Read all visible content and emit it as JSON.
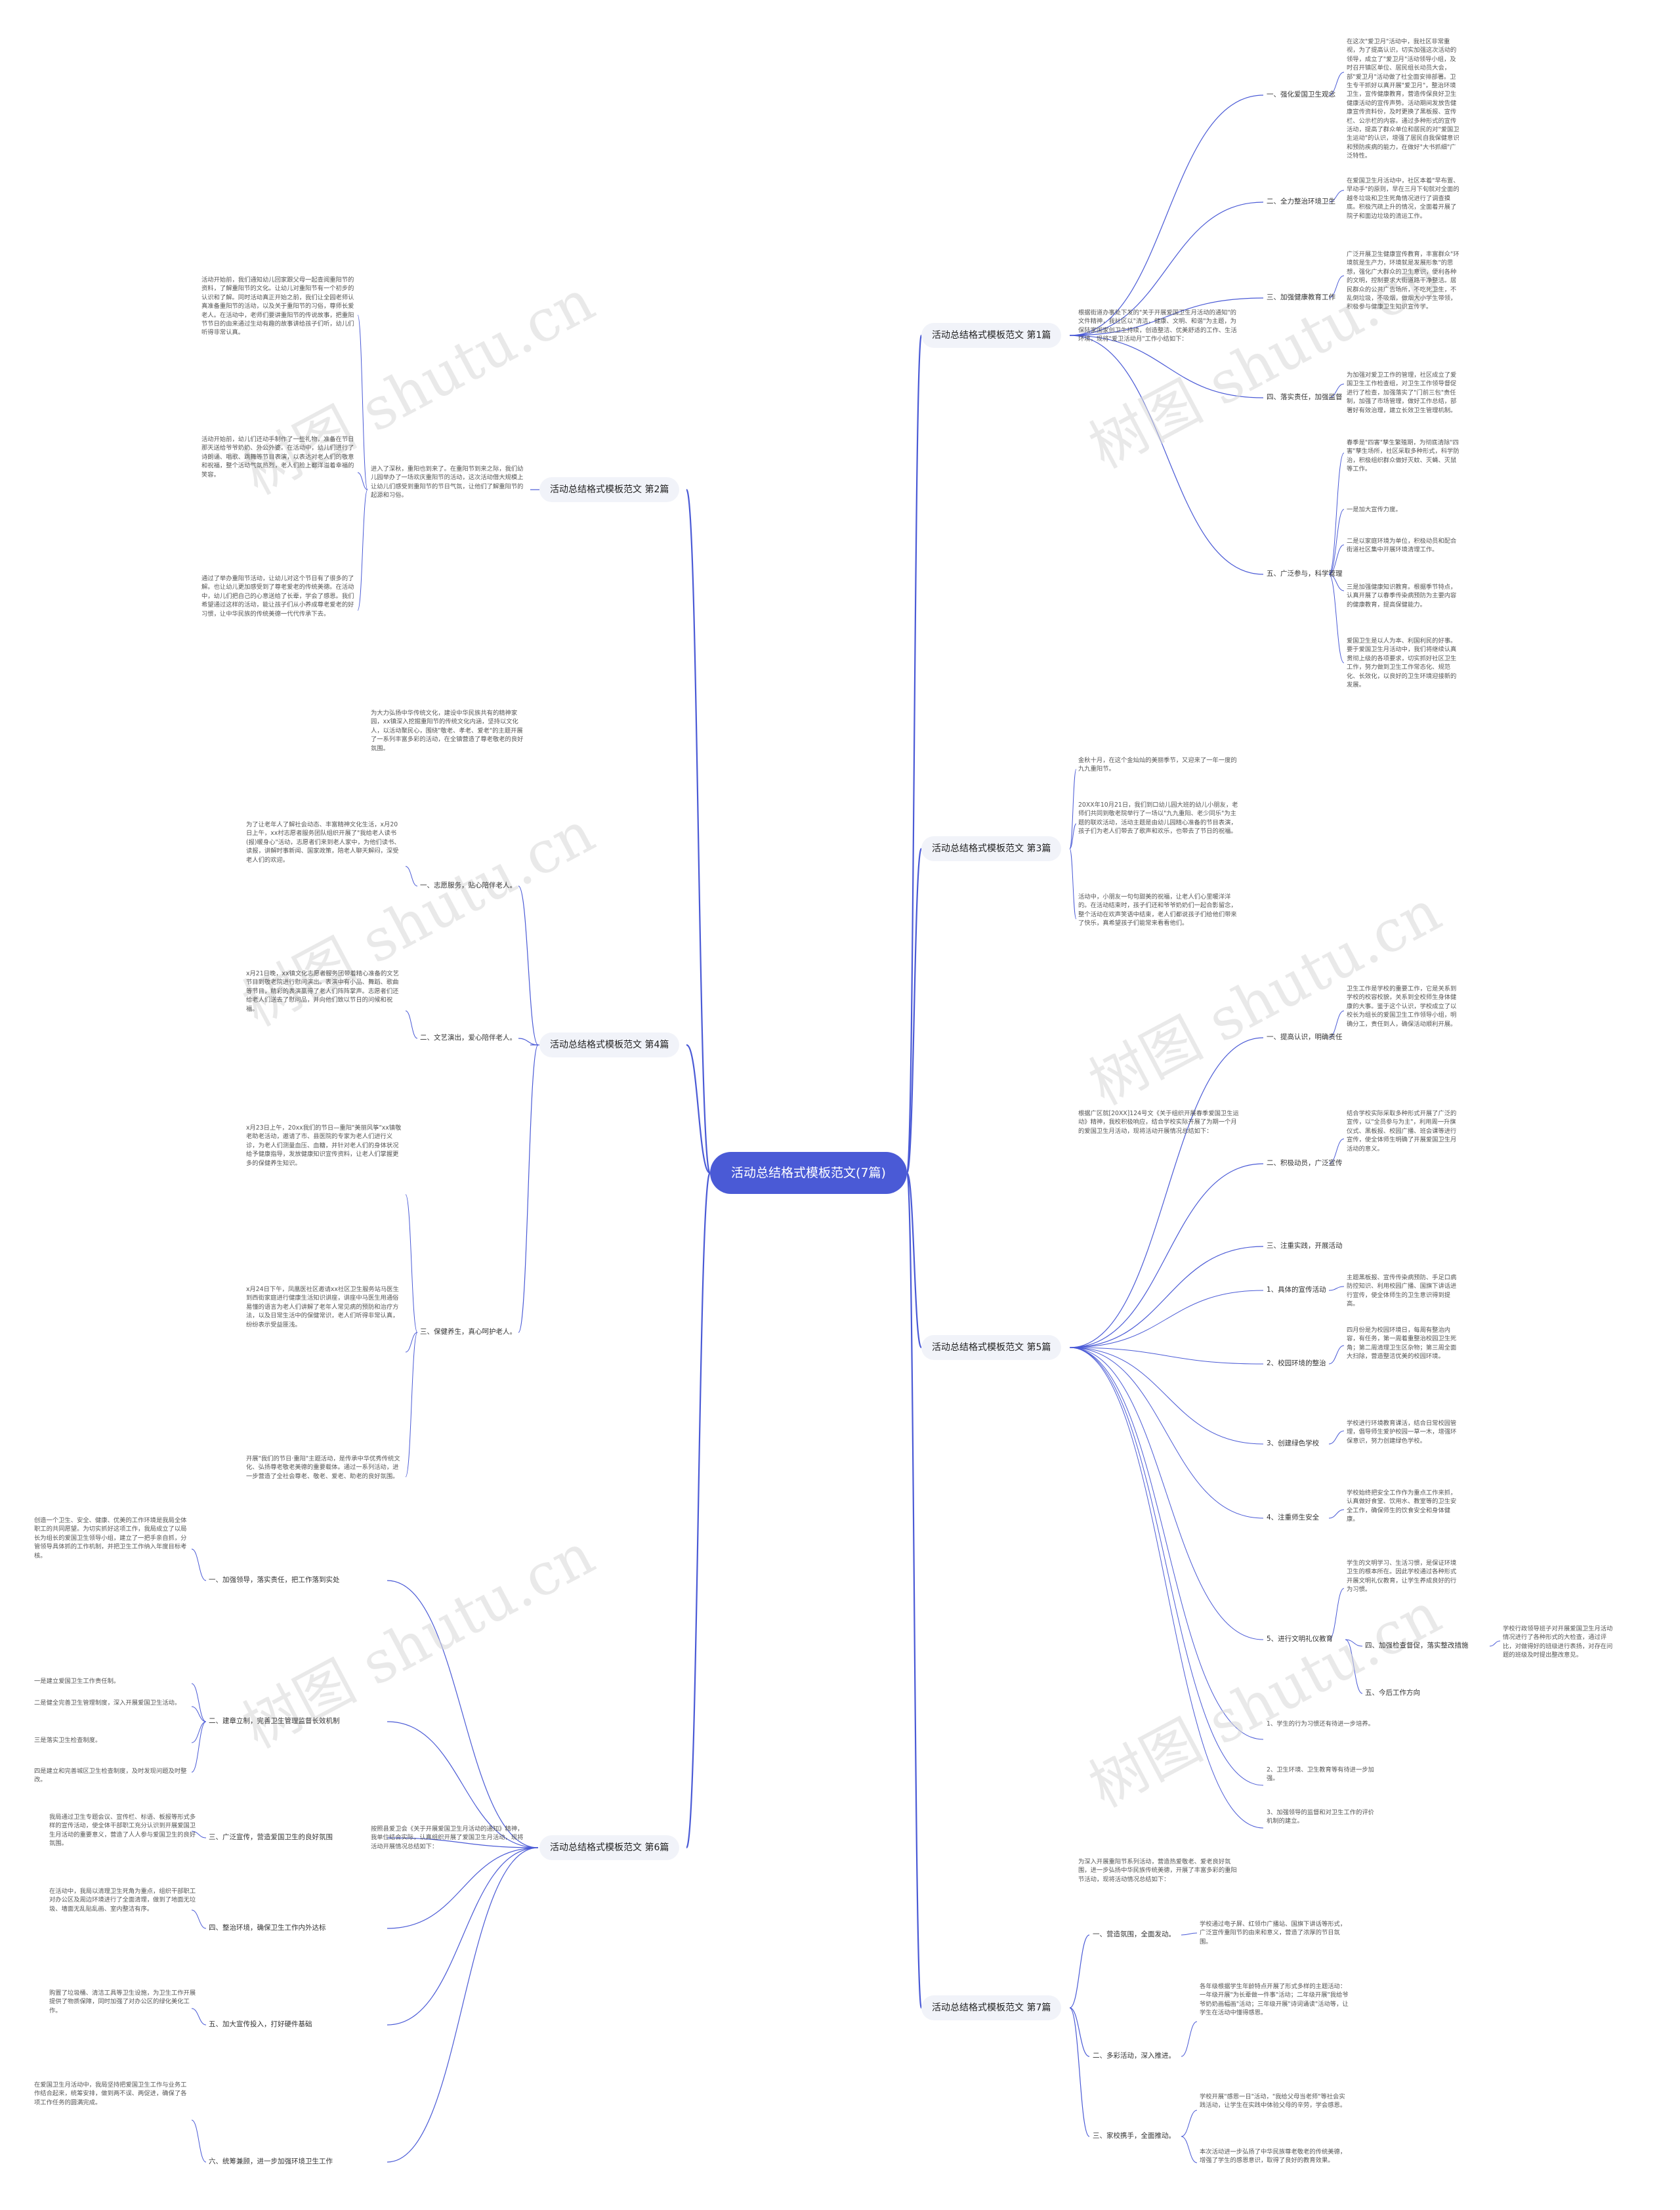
{
  "root": {
    "title": "活动总结格式模板范文(7篇)"
  },
  "watermark": "树图 shutu.cn",
  "colors": {
    "root": "#4a5ad6",
    "line": "#4a5ad6",
    "branch_bg": "#f1f3f9"
  },
  "branches": [
    {
      "label": "活动总结格式模板范文 第1篇",
      "intro": "根据街道办事处下发的\"关于开展爱国卫生月活动的通知\"的文件精神，我社区以\"清洁，健康、文明、和谐\"为主题，为保陆家国家创卫生持续，创造整洁、优美舒适的工作、生活环境，现将\"爱卫活动月\"工作小结如下：",
      "items": [
        {
          "label": "一、强化爱国卫生观念",
          "text": "在这次\"爱卫月\"活动中，我社区非常重视，为了提高认识，切实加强这次活动的领导，成立了\"爱卫月\"活动领导小组，及时召开镇区单位、居民组长动员大会，部\"爱卫月\"活动做了社全面安排部署。卫生专干抓好以真开展\"爱卫月\"，整治环境卫生，宣传健康教育，营造传保良好卫生健康活动的宣传声势。活动期间发放告健康宣传资料份，及时更换了黑板报、宣传栏、公示栏的内容。通过多种形式的宣传活动，提高了群众单位和居民的对\"爱国卫生运动\"的认识，增强了居民自我保健意识和预防疾病的能力，在做好\"大书抓细\"广泛特性。"
        },
        {
          "label": "二、全力整治环境卫生",
          "text": "在爱国卫生月活动中，社区本着\"早布置、早动手\"的原则，早在三月下旬就对全面的越冬垃圾和卫生死角情况进行了调查摸底。积极汽疏上升的情况，全面着开展了院子和面边垃圾的清运工作。"
        },
        {
          "label": "三、加强健康教育工作",
          "text": "广泛开展卫生健康宣传教育，丰富群众\"环境就是生产力，环境就是发展形象\"的思想，强化广大群众的卫生意识，便利各种的文明，控制要求大街道路干净整洁。居民群众的公共广告场所，不吃死卫生，不乱倒垃圾，不吸烟，做烟大小学生带领，积极参与健康卫生知识宣传学。"
        },
        {
          "label": "四、落实责任，加强监督",
          "text": "为加强对爱卫工作的管理，社区成立了爱国卫生工作检查组，对卫生工作领导督促进行了检查，加强落实了\"门前三包\"责任制，加强了市场管理，做好工作总结，部署好有效治理，建立长效卫生管理机制。"
        },
        {
          "label": "五、广泛参与，科学管理",
          "subs": [
            {
              "text": "春季是\"四害\"孳生繁殖期，为彻底清除\"四害\"孳生场所，社区采取多种形式，科学防治，积极组织群众做好灭蚊、灭蝇、灭鼠等工作。"
            },
            {
              "text": "一是加大宣传力度。"
            },
            {
              "text": "二是以家庭环境为单位，积极动员和配合街道社区集中开展环境清理工作。"
            },
            {
              "text": "三是加强健康知识教育。根据季节特点，认真开展了以春季传染病预防为主要内容的健康教育，提高保健能力。"
            },
            {
              "text": "爱国卫生是以人为本、利国利民的好事。要于爱国卫生月活动中，我们将继续认真贯彻上级的各项要求，切实抓好社区卫生工作，努力做到卫生工作常态化、规范化、长效化，以良好的卫生环境迎接新的发展。"
            }
          ]
        }
      ]
    },
    {
      "label": "活动总结格式模板范文 第2篇",
      "intro": "进入了深秋，重阳也到来了。在重阳节到来之际，我们幼儿园举办了一场欢庆重阳节的活动，这次活动借大规模上让幼儿们感受到重阳节的节日气氛，让他们了解重阳节的起源和习俗。",
      "texts": [
        "活动开始前，我们通知幼儿回家跟父母一起查阅重阳节的资料，了解重阳节的文化。让幼儿对重阳节有一个初步的认识和了解。同时活动真正开始之前，我们让全园老师认真准备重阳节的活动，以及关于重阳节的习俗，尊师长爱老人。在活动中，老师们要讲重阳节的传说故事，把重阳节节日的由来通过生动有趣的故事讲给孩子们听，幼儿们听得非常认真。",
        "活动开始前，幼儿们还动手制作了一些礼物，准备在节日那天送给爷爷奶奶、外公外婆。在活动中，幼儿们进行了诗朗诵、唱歌、跳舞等节目表演，以表达对老人们的敬意和祝福，整个活动气氛热烈，老人们脸上都洋溢着幸福的笑容。",
        "通过了举办重阳节活动，让幼儿对这个节日有了很多的了解。也让幼儿更加感受到了尊老爱老的传统美德。在活动中，幼儿们把自己的心意送给了长辈，学会了感恩。我们希望通过这样的活动，能让孩子们从小养成尊老爱老的好习惯，让中华民族的传统美德一代代传承下去。"
      ]
    },
    {
      "label": "活动总结格式模板范文 第3篇",
      "texts": [
        "金秋十月，在这个金灿灿的美丽季节，又迎来了一年一度的九九重阳节。",
        "20XX年10月21日，我们到口幼儿园大班的幼儿小朋友，老师们共同到敬老院举行了一场以\"九九重阳、老少同乐\"为主题的联欢活动，活动主题是由幼儿园精心准备的节目表演，孩子们为老人们带去了歌声和欢乐，也带去了节日的祝福。",
        "活动中，小朋友一句句甜美的祝福，让老人们心里暖洋洋的。在活动结束时，孩子们还和爷爷奶奶们一起合影留念，整个活动在欢声笑语中结束，老人们都说孩子们给他们带来了快乐，真希望孩子们能常来看看他们。"
      ]
    },
    {
      "label": "活动总结格式模板范文 第4篇",
      "intro": "为大力弘扬中华传统文化，建设中华民族共有的精神家园，xx镇深入挖掘重阳节的传统文化内涵，坚持以文化人，以活动聚民心，围绕\"敬老、孝老、爱老\"的主题开展了一系列丰富多彩的活动，在全镇营造了尊老敬老的良好氛围。",
      "items": [
        {
          "label": "一、志愿服务，贴心陪伴老人。",
          "text": "为了让老年人了解社会动态、丰富精神文化生活，x月20日上午，xx村志愿者服务团队组织开展了\"我给老人读书(报)暖身心\"活动，志愿者们来到老人家中，为他们读书、读报，讲解时事新闻、国家政策，陪老人聊天解闷，深受老人们的欢迎。"
        },
        {
          "label": "二、文艺演出，爱心陪伴老人。",
          "text": "x月21日晚，xx镇文化志愿者服务团带着精心准备的文艺节目到敬老院进行慰问演出。表演中有小品、舞蹈、歌曲等节目，精彩的表演赢得了老人们阵阵掌声。志愿者们还给老人们送去了慰问品，并向他们致以节日的问候和祝福。"
        },
        {
          "label": "三、保健养生，真心呵护老人。",
          "texts": [
            "x月23日上午，20xx我们的节日—重阳\"美丽风筝\"xx镇敬老助老活动，邀请了市、县医院的专家为老人们进行义诊，为老人们测量血压、血糖，并针对老人们的身体状况给予健康指导，发放健康知识宣传资料，让老人们掌握更多的保健养生知识。",
            "x月24日下午，凤凰医社区邀请xx社区卫生服务站马医生到西街家庭进行健康生活知识讲座，讲座中马医生用通俗易懂的语言为老人们讲解了老年人常见病的预防和治疗方法，以及日常生活中的保健常识，老人们听得非常认真，纷纷表示受益匪浅。",
            "开展\"我们的节日·重阳\"主题活动，是传承中华优秀传统文化、弘扬尊老敬老美德的重要载体。通过一系列活动，进一步营造了全社会尊老、敬老、爱老、助老的良好氛围。"
          ]
        }
      ]
    },
    {
      "label": "活动总结格式模板范文 第5篇",
      "intro": "根据广区就[20XX]124号文《关于组织开展春季爱国卫生运动》精神，我校积极响应，结合学校实际开展了为期一个月的爱国卫生月活动，现将活动开展情况总结如下：",
      "items": [
        {
          "label": "一、提高认识，明确责任",
          "text": "卫生工作是学校的重要工作，它是关系到学校的校容校貌，关系到全校师生身体健康的大事。鉴于这个认识，学校成立了以校长为组长的爱国卫生工作领导小组，明确分工，责任到人，确保活动顺利开展。"
        },
        {
          "label": "二、积极动员，广泛宣传",
          "text": "结合学校实际采取多种形式开展了广泛的宣传，以\"全员参与为主\"，利用周一升旗仪式、黑板报、校园广播、班会课等进行宣传，使全体师生明确了开展爱国卫生月活动的意义。"
        },
        {
          "label": "三、注重实践，开展活动",
          "subs": [
            {
              "label": "1、具体的宣传活动",
              "text": "主题黑板报、宣传传染病预防、手足口病防控知识、利用校园广播、国旗下讲话进行宣传，使全体师生的卫生意识得到提高。"
            },
            {
              "label": "2、校园环境的整治",
              "text": "四月份是为校园环境日，每周有整治内容，有任务，第一周着重整治校园卫生死角；第二周清理卫生区杂物；第三周全面大扫除，营造整洁优美的校园环境。"
            },
            {
              "label": "3、创建绿色学校",
              "text": "学校进行环境教育课活，结合日常校园管理，倡导师生爱护校园一草一木，增强环保意识，努力创建绿色学校。"
            },
            {
              "label": "4、注重师生安全",
              "text": "学校始终把安全工作作为重点工作来抓，认真做好食堂、饮用水、教室等的卫生安全工作，确保师生的饮食安全和身体健康。"
            },
            {
              "label": "5、进行文明礼仪教育",
              "text": "学生的文明学习、生活习惯，是保证环境卫生的根本所在。因此学校通过各种形式开展文明礼仪教育，让学生养成良好的行为习惯。",
              "subs": [
                {
                  "label": "四、加强检查督促，落实整改措施",
                  "text": "学校行政领导班子对开展爱国卫生月活动情况进行了各种形式的大检查，通过评比，对做得好的班级进行表扬，对存在问题的班级及时提出整改意见。"
                },
                {
                  "label": "五、今后工作方向",
                  "text": ""
                }
              ]
            }
          ]
        },
        {
          "label": "",
          "text": "1、学生的行为习惯还有待进一步培养。"
        },
        {
          "label": "",
          "text": "2、卫生环境、卫生教育等有待进一步加强。"
        },
        {
          "label": "",
          "text": "3、加强领导的监督和对卫生工作的评价机制的建立。"
        }
      ]
    },
    {
      "label": "活动总结格式模板范文 第6篇",
      "intro": "按照县爱卫会《关于开展爱国卫生月活动的通知》精神，我单位结合实际，认真组织开展了爱国卫生月活动，现将活动开展情况总结如下：",
      "items": [
        {
          "label": "一、加强领导，落实责任，把工作落到实处",
          "text": "创造一个卫生、安全、健康、优美的工作环境是我局全体职工的共同愿望。为切实抓好这项工作，我局成立了以局长为组长的爱国卫生领导小组，建立了一把手亲自抓，分管领导具体抓的工作机制，并把卫生工作纳入年度目标考核。"
        },
        {
          "label": "二、建章立制，完善卫生管理监督长效机制",
          "subs": [
            {
              "text": "一是建立爱国卫生工作责任制。"
            },
            {
              "text": "二是健全完善卫生管理制度，深入开展爱国卫生活动。"
            },
            {
              "text": "三是落实卫生检查制度。"
            },
            {
              "text": "四是建立和完善城区卫生检查制度，及时发现问题及时整改。"
            }
          ]
        },
        {
          "label": "三、广泛宣传，营造爱国卫生的良好氛围",
          "text": "我局通过卫生专题会议、宣传栏、标语、板报等形式多样的宣传活动，使全体干部职工充分认识到开展爱国卫生月活动的重要意义，营造了人人参与爱国卫生的良好氛围。"
        },
        {
          "label": "四、整治环境，确保卫生工作内外达标",
          "text": "在活动中，我局以清理卫生死角为重点，组织干部职工对办公区及周边环境进行了全面清理，做到了地面无垃圾、墙面无乱贴乱画、室内整洁有序。"
        },
        {
          "label": "五、加大宣传投入，打好硬件基础",
          "text": "购置了垃圾桶、清洁工具等卫生设施，为卫生工作开展提供了物质保障，同时加强了对办公区的绿化美化工作。"
        },
        {
          "label": "六、统筹兼顾，进一步加强环境卫生工作",
          "text": "在爱国卫生月活动中，我局坚持把爱国卫生工作与业务工作结合起来，统筹安排，做到两不误、两促进，确保了各项工作任务的圆满完成。"
        }
      ]
    },
    {
      "label": "活动总结格式模板范文 第7篇",
      "intro": "为深入开展重阳节系列活动，营造热爱敬老、爱老良好氛围，进一步弘扬中华民族传统美德，开展了丰富多彩的重阳节活动，现将活动情况总结如下：",
      "items": [
        {
          "label": "一、营造氛围，全面发动。",
          "text": "学校通过电子屏、红领巾广播站、国旗下讲话等形式，广泛宣传重阳节的由来和意义，营造了浓厚的节日氛围。"
        },
        {
          "label": "二、多彩活动，深入推进。",
          "text": "各年级根据学生年龄特点开展了形式多样的主题活动：一年级开展\"为长辈做一件事\"活动；二年级开展\"我给爷爷奶奶画幅画\"活动；三年级开展\"诗词诵读\"活动等，让学生在活动中懂得感恩。"
        },
        {
          "label": "三、家校携手，全面推动。",
          "texts": [
            "学校开展\"感恩一日\"活动，\"我给父母当老师\"等社会实践活动，让学生在实践中体验父母的辛劳，学会感恩。",
            "本次活动进一步弘扬了中华民族尊老敬老的传统美德，增强了学生的感恩意识，取得了良好的教育效果。"
          ]
        }
      ]
    }
  ]
}
